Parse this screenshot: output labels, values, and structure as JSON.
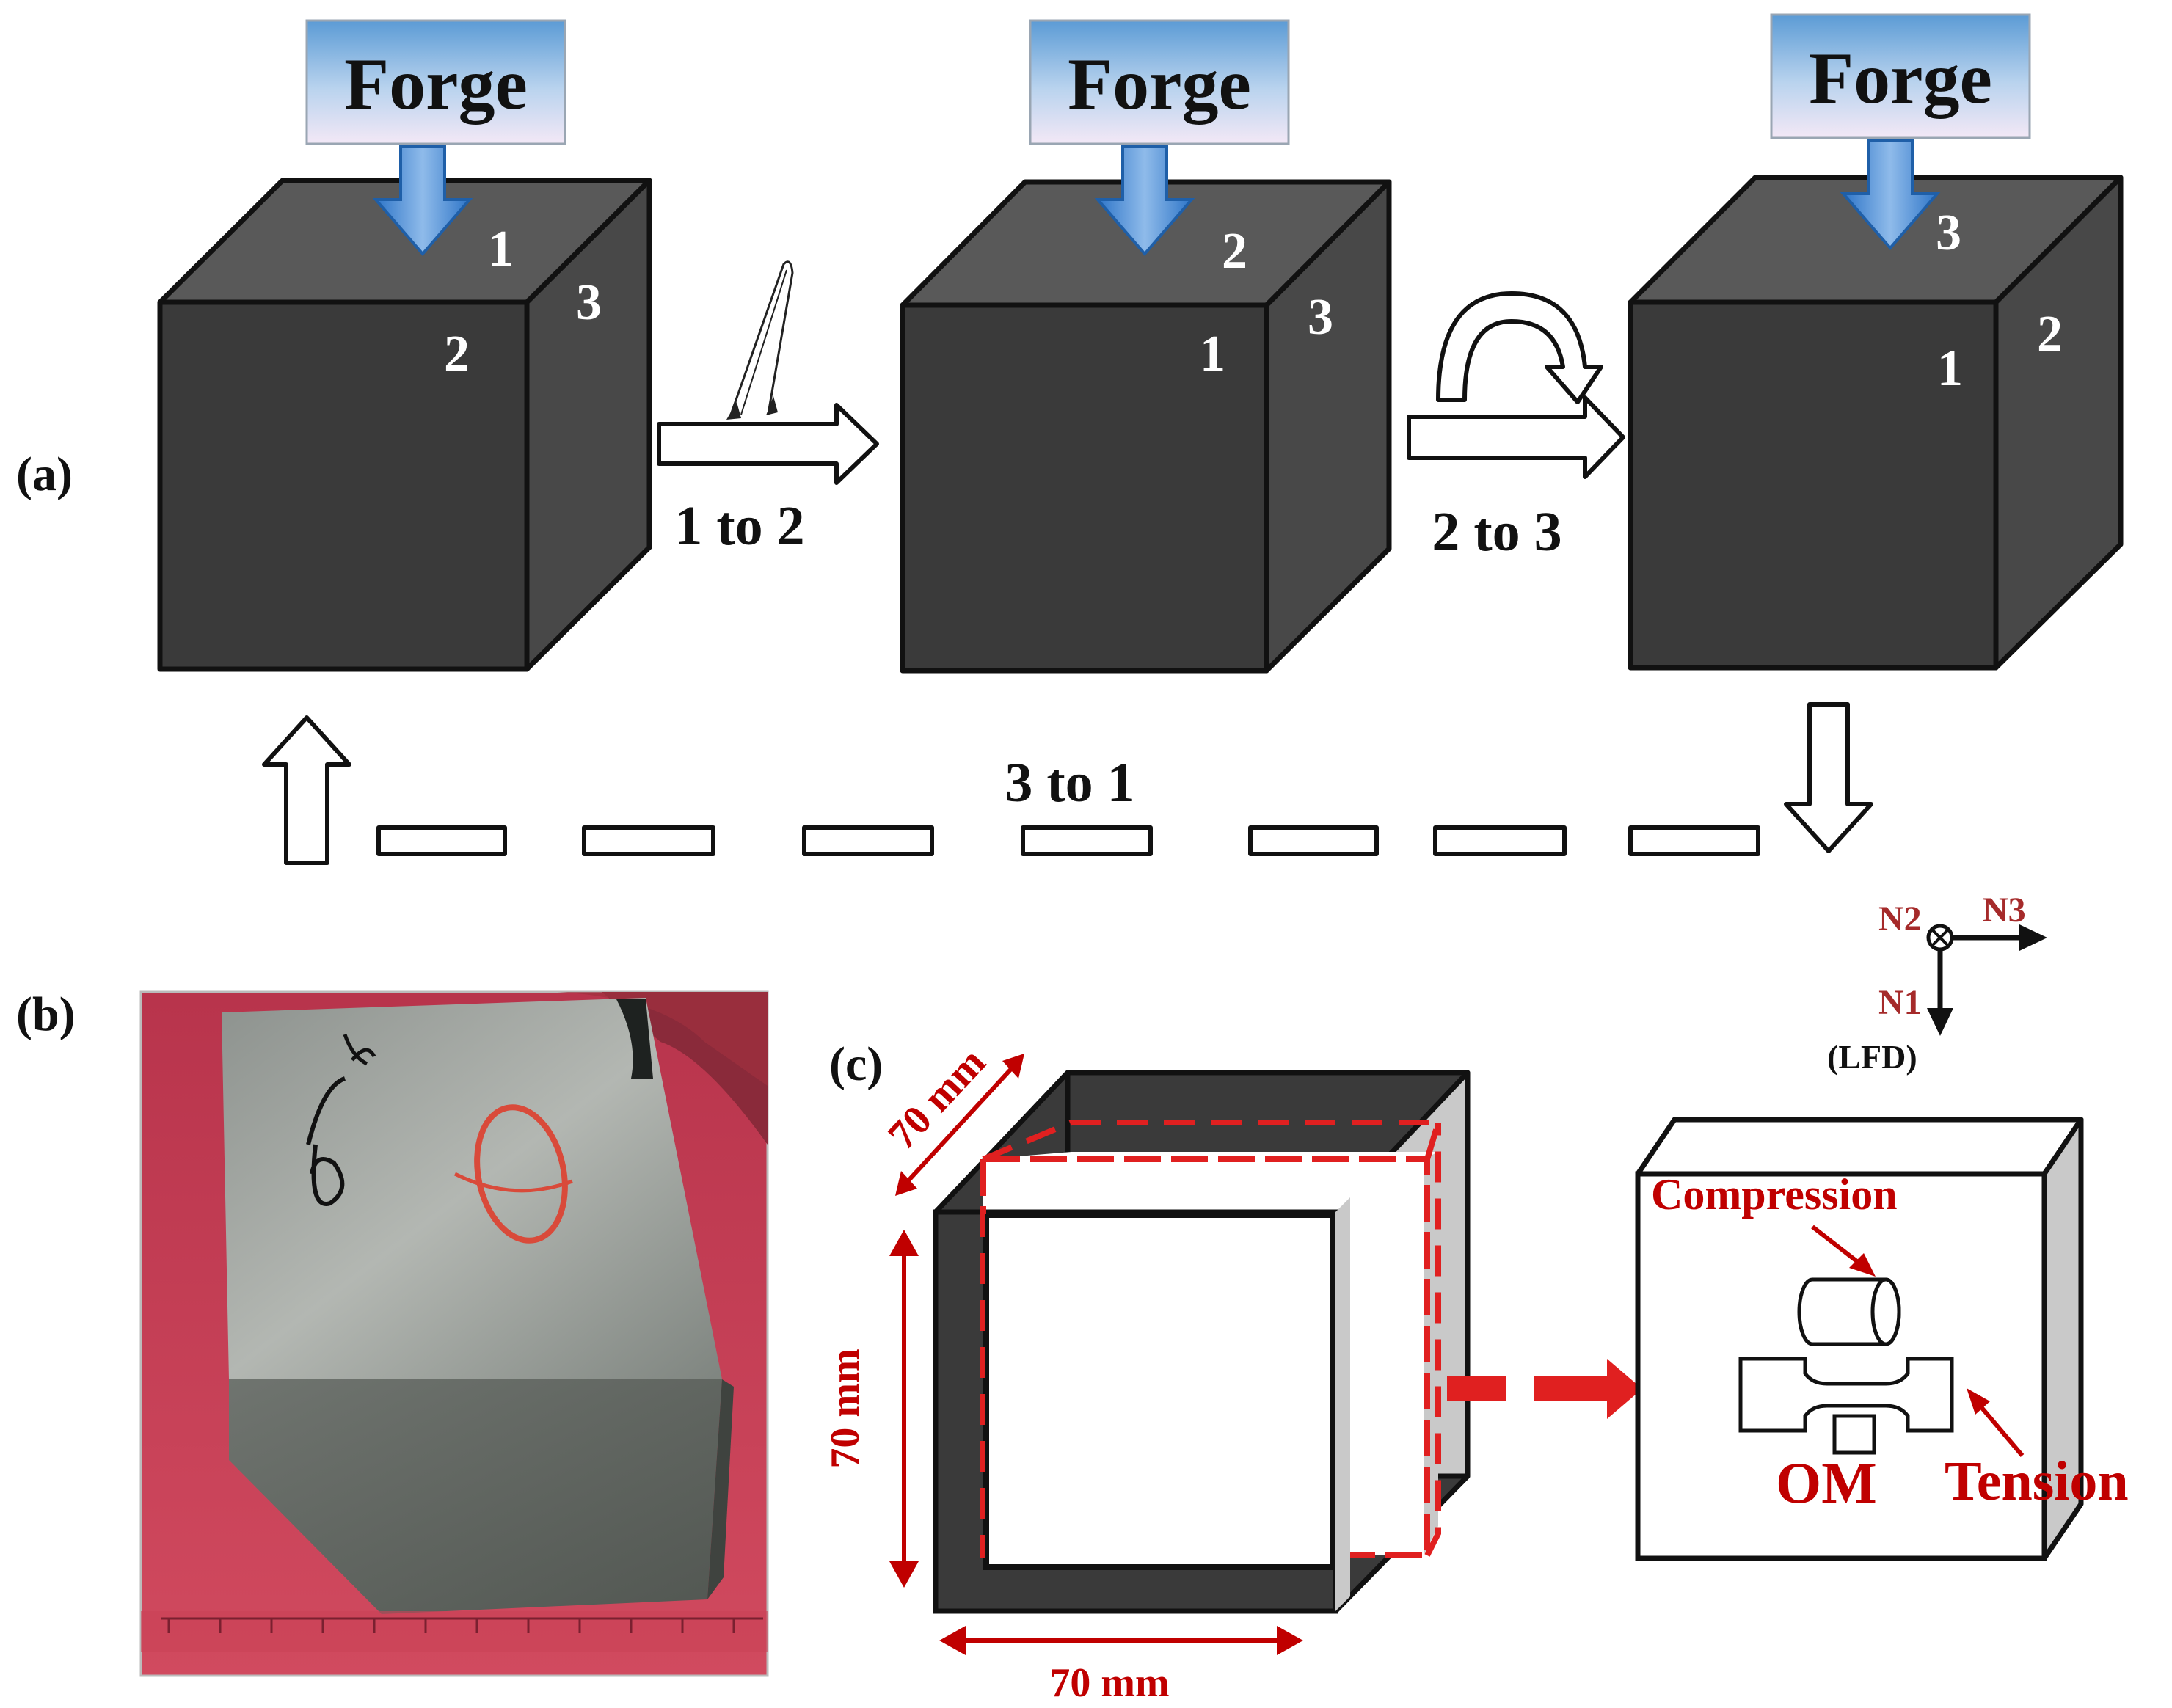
{
  "panels": {
    "a": "(a)",
    "b": "(b)",
    "c": "(c)"
  },
  "forge_label": "Forge",
  "cubes": [
    {
      "top": "1",
      "front": "2",
      "side": "3"
    },
    {
      "top": "2",
      "front": "1",
      "side": "3"
    },
    {
      "top": "3",
      "front": "1",
      "side": "2"
    }
  ],
  "transitions": {
    "t12": "1 to 2",
    "t23": "2 to 3",
    "t31": "3 to 1"
  },
  "axes": {
    "n1": "N1",
    "n2": "N2",
    "n3": "N3",
    "lfd": "(LFD)"
  },
  "dimensions": {
    "depth": "70 mm",
    "height": "70 mm",
    "width": "70 mm"
  },
  "specimens": {
    "compression": "Compression",
    "tension": "Tension",
    "om": "OM"
  },
  "colors": {
    "forge_gradient_top": "#5b9bd5",
    "forge_gradient_bottom": "#f3e8f6",
    "forge_arrow": "#4a90d9",
    "annotation_red": "#c00000",
    "axis_label": "#a52a2a",
    "cube_dark": "#3a3a3a",
    "photo_background": "#c93d55"
  }
}
